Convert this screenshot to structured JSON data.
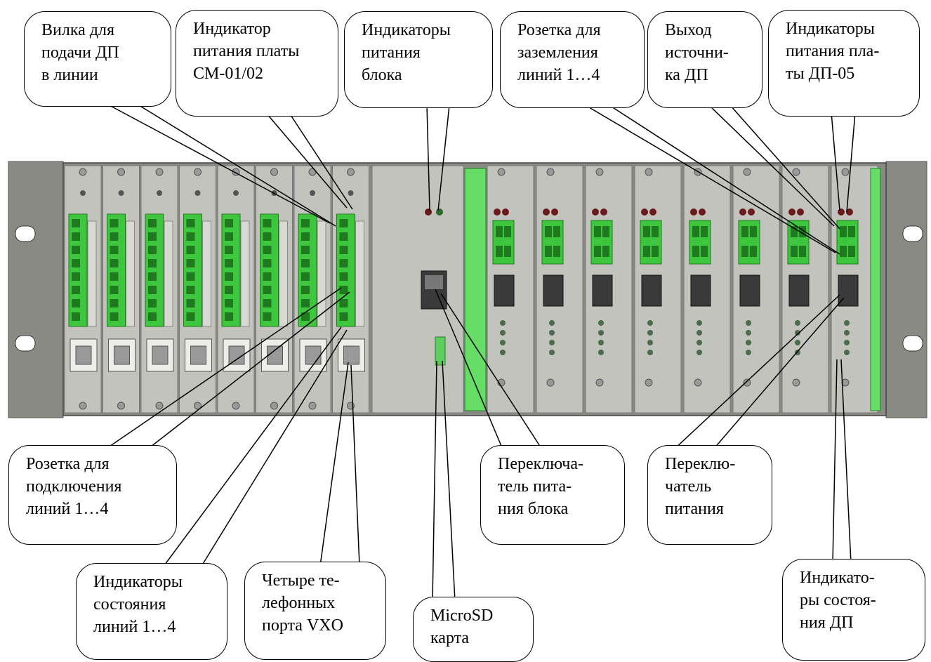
{
  "figure": {
    "callouts": [
      {
        "id": "plug-dp-lines",
        "text": "Вилка для\nподачи ДП\nв линии"
      },
      {
        "id": "power-indicator-cm",
        "text": "Индикатор\nпитания платы\nСМ-01/02"
      },
      {
        "id": "block-power-indicators",
        "text": "Индикаторы\nпитания\nблока"
      },
      {
        "id": "grounding-socket",
        "text": "Розетка для\nзаземления\nлиний 1…4"
      },
      {
        "id": "dp-source-output",
        "text": "Выход\nисточни-\nка ДП"
      },
      {
        "id": "power-indicators-dp05",
        "text": "Индикаторы\nпитания пла-\nты ДП-05"
      },
      {
        "id": "line-connection-socket",
        "text": "Розетка для\nподключения\nлиний 1…4"
      },
      {
        "id": "line-status-indicators",
        "text": "Индикаторы\nсостояния\nлиний 1…4"
      },
      {
        "id": "vxo-phone-ports",
        "text": "Четыре те-\nлефонных\nпорта VXO"
      },
      {
        "id": "microsd-card",
        "text": "MicroSD\nкарта"
      },
      {
        "id": "block-power-switch",
        "text": "Переключа-\nтель пита-\nния блока"
      },
      {
        "id": "power-switch",
        "text": "Переклю-\nчатель\nпитания"
      },
      {
        "id": "dp-status-indicators",
        "text": "Индикато-\nры состоя-\nния ДП"
      }
    ],
    "colors": {
      "chassis": "#8a8a85",
      "panel": "#c3c3be",
      "panel_dark": "#6f6f6a",
      "connector_green": "#3ec63e",
      "connector_dark_green": "#1f7a1f",
      "rail_green": "#66dd66",
      "led_red": "#6a1a1a",
      "led_green": "#2d6b2d"
    }
  }
}
